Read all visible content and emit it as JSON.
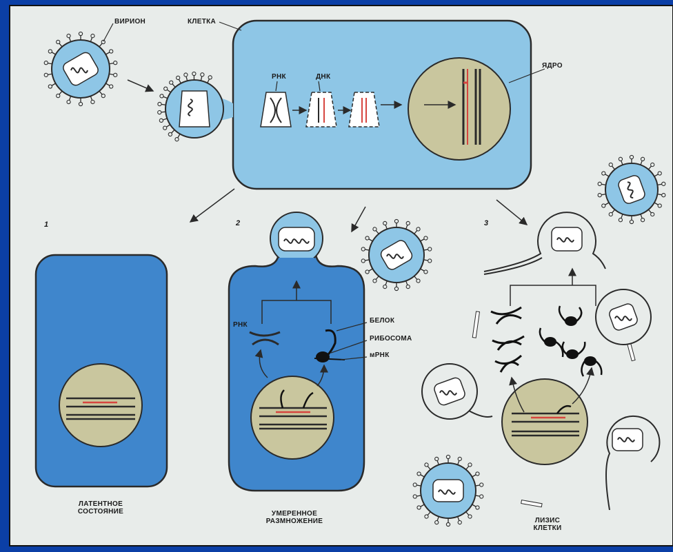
{
  "labels": {
    "virion": "ВИРИОН",
    "cell": "КЛЕТКА",
    "rna": "РНК",
    "dna": "ДНК",
    "nucleus": "ЯДРО",
    "panel1_num": "1",
    "panel2_num": "2",
    "panel3_num": "3",
    "latent": [
      "ЛАТЕНТНОЕ",
      "СОСТОЯНИЕ"
    ],
    "moderate": [
      "УМЕРЕННОЕ",
      "РАЗМНОЖЕНИЕ"
    ],
    "lysis": [
      "ЛИЗИС",
      "КЛЕТКИ"
    ],
    "rna2": "РНК",
    "protein": "БЕЛОК",
    "ribosome": "РИБОСОМА",
    "mrna": "мРНК"
  },
  "colors": {
    "slide_bg": "#0b3fa6",
    "paper": "#e8ecea",
    "cell_light": "#8ec6e6",
    "cell_dark": "#3f86cc",
    "nucleus": "#c9c69e",
    "outline": "#2a2a2a",
    "red_strand": "#d6453f"
  }
}
